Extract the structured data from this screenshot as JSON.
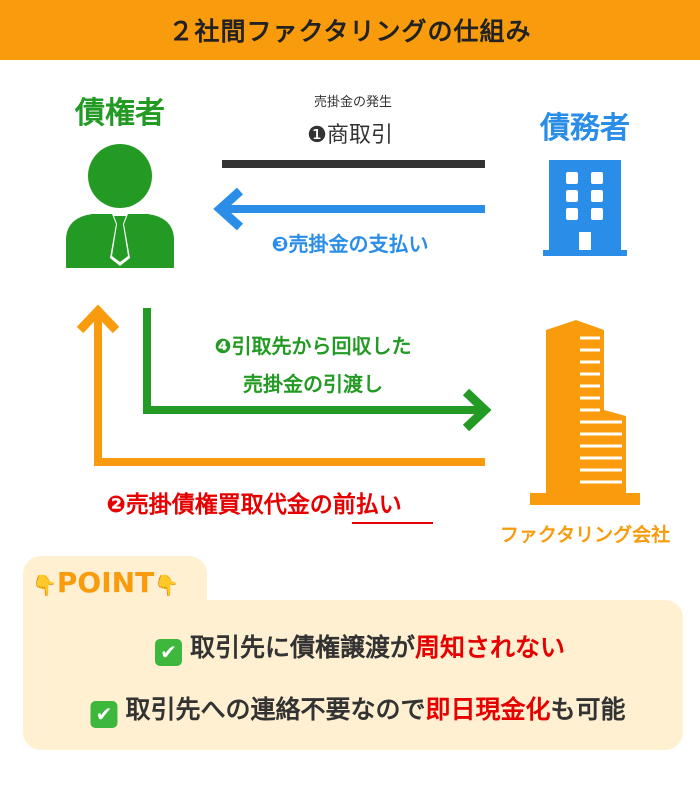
{
  "title": "２社間ファクタリングの仕組み",
  "creditor": "債権者",
  "debtor": "債務者",
  "factoring_company": "ファクタリング会社",
  "step1_sub": "売掛金の発生",
  "step1": "❶商取引",
  "step3": "❸売掛金の支払い",
  "step4_line1": "❹引取先から回収した",
  "step4_line2": "売掛金の引渡し",
  "step2_main": "❷売掛債権買取代金の",
  "step2_emph": "前払い",
  "point": {
    "label": "POINT",
    "icon": "👇",
    "items": [
      {
        "check": "✔",
        "text": "取引先に債権譲渡が",
        "emph": "周知されない",
        "tail": ""
      },
      {
        "check": "✔",
        "text": "取引先への連絡不要なので",
        "emph": "即日現金化",
        "tail": "も可能"
      }
    ]
  },
  "colors": {
    "header": "#F89B0C",
    "green": "#239a23",
    "blue": "#2a8de8",
    "red": "#e60000",
    "box": "#FFF0D2"
  }
}
